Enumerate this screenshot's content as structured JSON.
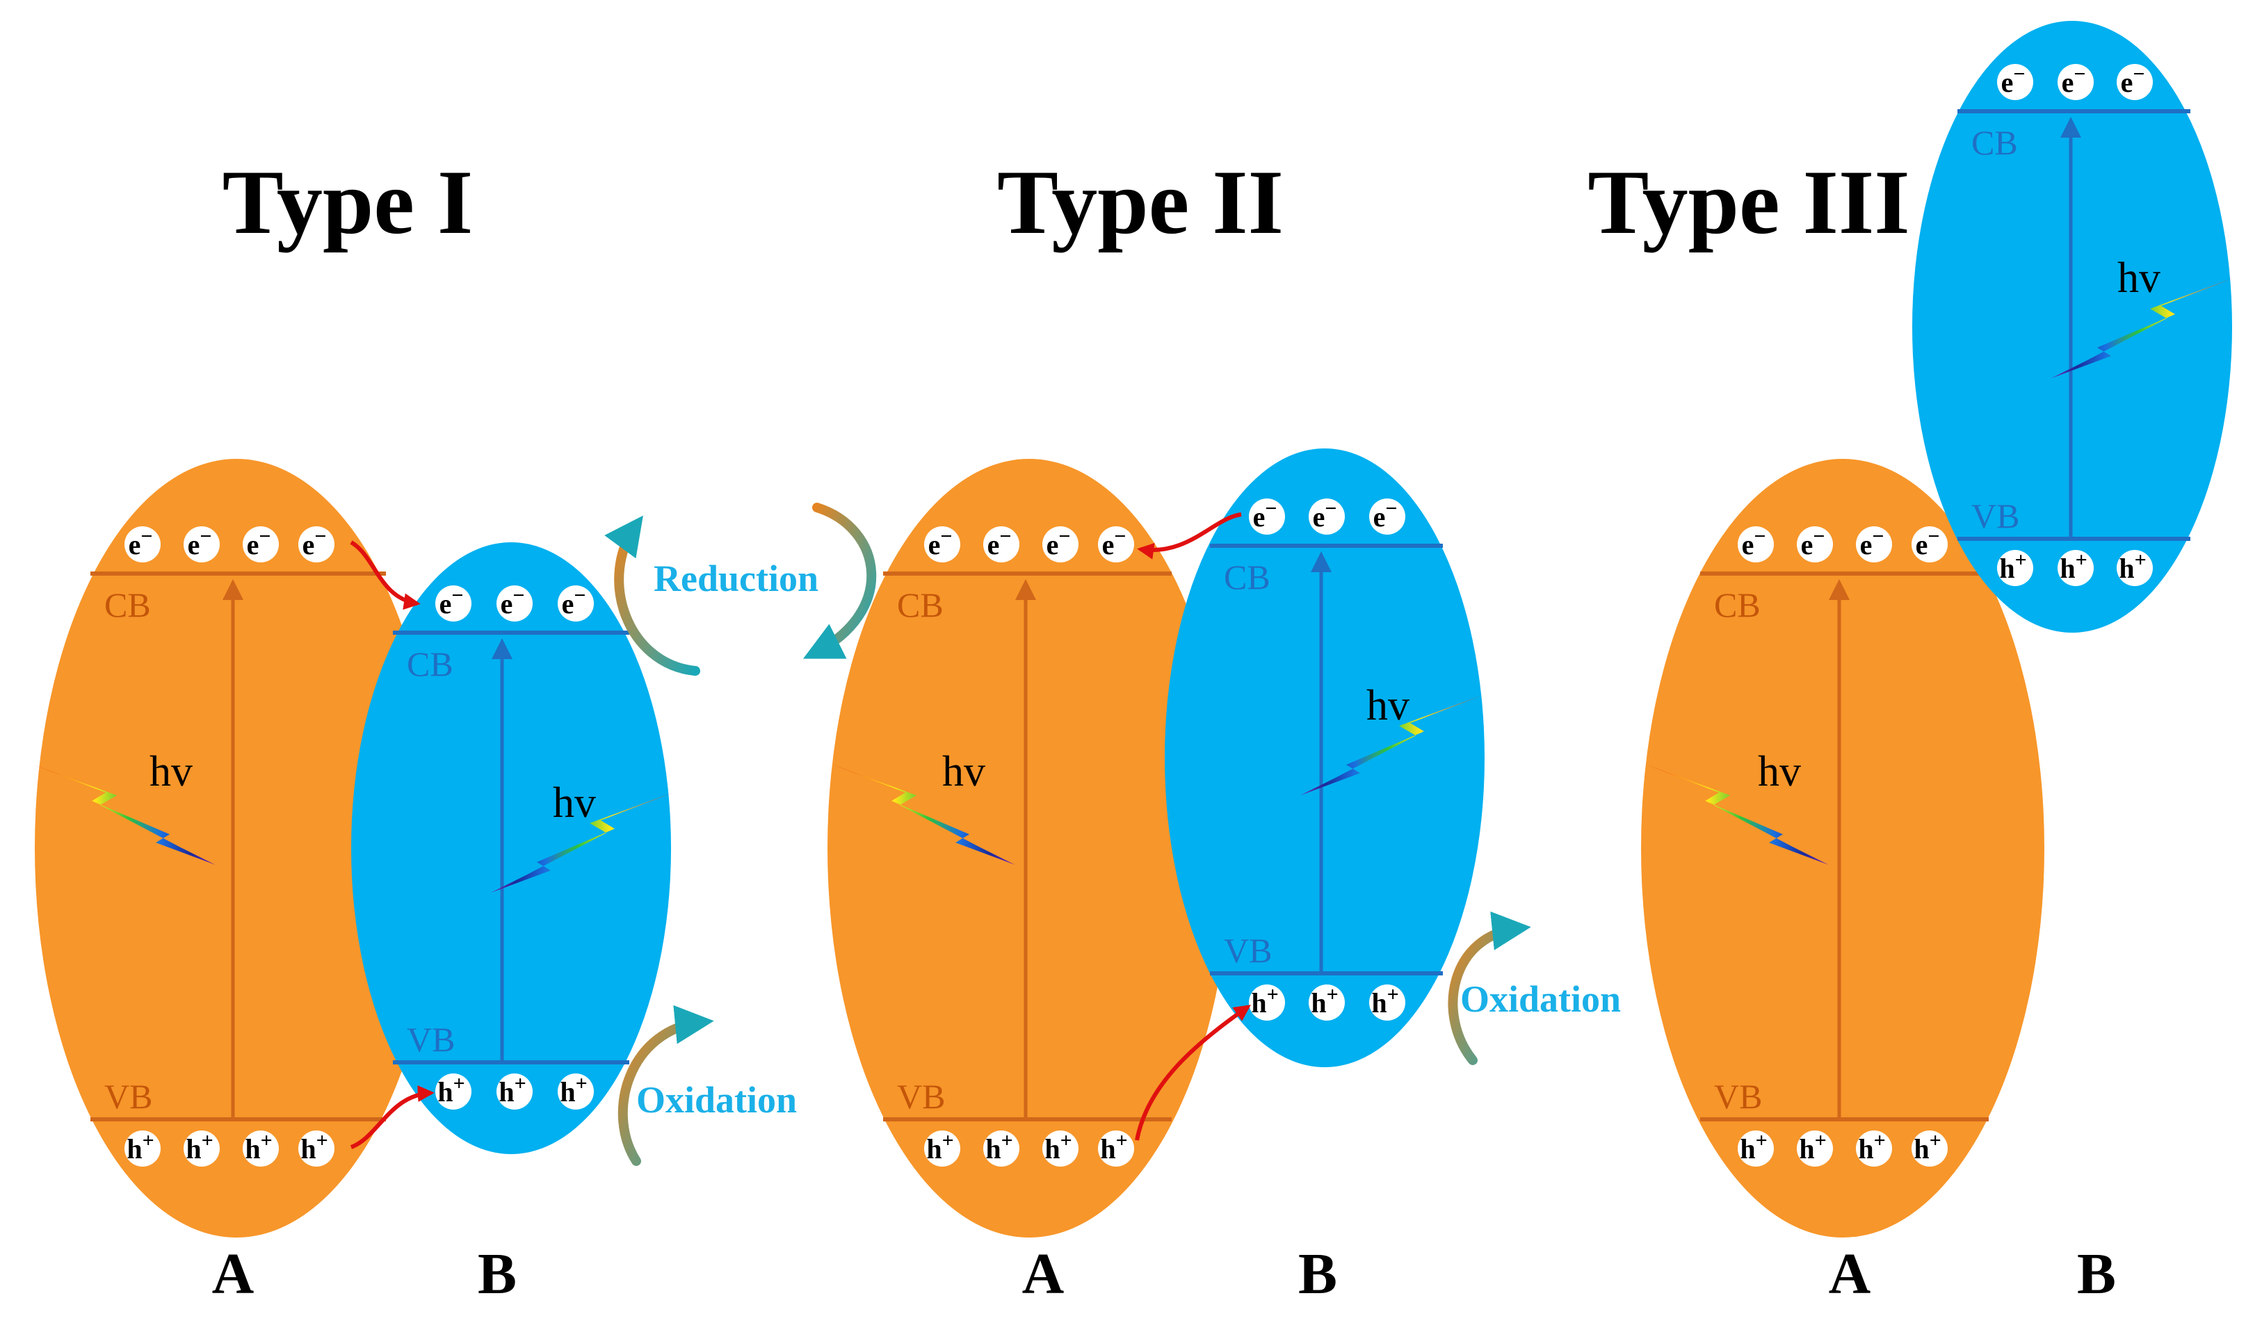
{
  "colors": {
    "orange": "#f7962a",
    "blue": "#00b0f0",
    "orange_line": "#d0671a",
    "blue_line": "#1f6fc4",
    "transfer_arrow": "#e01010",
    "process_text": "#1ab0e8"
  },
  "labels": {
    "cb": "CB",
    "vb": "VB",
    "hv": "hv",
    "electron": "e",
    "electron_sup": "−",
    "hole": "h",
    "hole_sup": "+",
    "reduction": "Reduction",
    "oxidation": "Oxidation",
    "semiconductor_a": "A",
    "semiconductor_b": "B"
  },
  "panels": [
    {
      "title": "Type I",
      "processes": [
        "Reduction",
        "Oxidation"
      ]
    },
    {
      "title": "Type II",
      "processes": [
        "Reduction",
        "Oxidation"
      ]
    },
    {
      "title": "Type III",
      "processes": []
    }
  ],
  "icons": [
    "spectrum-lightning-icon",
    "electron-icon",
    "hole-icon",
    "curved-process-arrow-icon",
    "charge-transfer-arrow-icon"
  ]
}
